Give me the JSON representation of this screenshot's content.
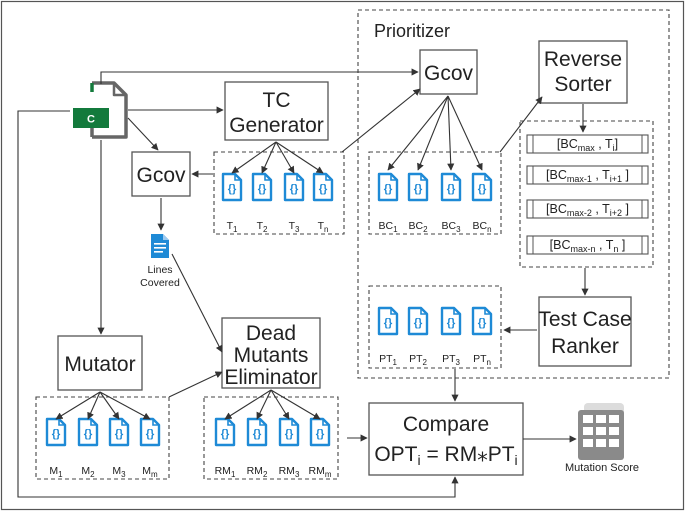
{
  "colors": {
    "line": "#333333",
    "box_stroke": "#555555",
    "dashed_stroke": "#444444",
    "doc_icon": "#1e8ad6",
    "source_icon_green": "#137a3c",
    "source_icon_gray": "#666666",
    "score_icon": "#8a8a8a"
  },
  "prioritizer": {
    "label": "Prioritizer"
  },
  "boxes": {
    "gcov_top": "Gcov",
    "gcov_left": "Gcov",
    "tc_generator": [
      "TC",
      "Generator"
    ],
    "reverse_sorter": [
      "Reverse",
      "Sorter"
    ],
    "mutator": "Mutator",
    "dead_mutants": [
      "Dead",
      "Mutants",
      "Eliminator"
    ],
    "test_case_ranker": [
      "Test Case",
      "Ranker"
    ],
    "compare": {
      "line1": "Compare",
      "formula_prefix": "OPT",
      "formula_sub": "i",
      "formula_mid": " = RM⁎PT",
      "formula_sub2": "i"
    }
  },
  "source_file": {
    "letter": "C",
    "icon": "c-source-file-icon"
  },
  "lines_covered": {
    "line1": "Lines",
    "line2": "Covered",
    "icon": "document-lines-icon"
  },
  "mutation_score": {
    "label": "Mutation Score",
    "icon": "calculator-grid-icon"
  },
  "sorted_list": [
    {
      "prefix": "[BC",
      "sub": "max",
      "mid": " , T",
      "sub2": "i",
      "suffix": "]"
    },
    {
      "prefix": "[BC",
      "sub": "max-1",
      "mid": " , T",
      "sub2": "i+1",
      "suffix": " ]"
    },
    {
      "prefix": "[BC",
      "sub": "max-2",
      "mid": " , T",
      "sub2": "i+2",
      "suffix": " ]"
    },
    {
      "prefix": "[BC",
      "sub": "max-n",
      "mid": " , T",
      "sub2": "n",
      "suffix": " ]"
    }
  ],
  "groups": {
    "tests": [
      {
        "base": "T",
        "sub": "1"
      },
      {
        "base": "T",
        "sub": "2"
      },
      {
        "base": "T",
        "sub": "3"
      },
      {
        "base": "T",
        "sub": "n"
      }
    ],
    "bc": [
      {
        "base": "BC",
        "sub": "1"
      },
      {
        "base": "BC",
        "sub": "2"
      },
      {
        "base": "BC",
        "sub": "3"
      },
      {
        "base": "BC",
        "sub": "n"
      }
    ],
    "pt": [
      {
        "base": "PT",
        "sub": "1"
      },
      {
        "base": "PT",
        "sub": "2"
      },
      {
        "base": "PT",
        "sub": "3"
      },
      {
        "base": "PT",
        "sub": "n"
      }
    ],
    "mutants": [
      {
        "base": "M",
        "sub": "1"
      },
      {
        "base": "M",
        "sub": "2"
      },
      {
        "base": "M",
        "sub": "3"
      },
      {
        "base": "M",
        "sub": "m"
      }
    ],
    "rm": [
      {
        "base": "RM",
        "sub": "1"
      },
      {
        "base": "RM",
        "sub": "2"
      },
      {
        "base": "RM",
        "sub": "3"
      },
      {
        "base": "RM",
        "sub": "m"
      }
    ]
  },
  "doc_glyph": "{}"
}
